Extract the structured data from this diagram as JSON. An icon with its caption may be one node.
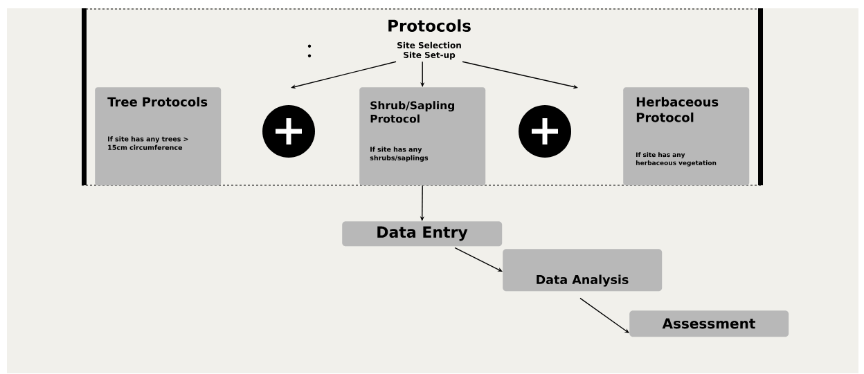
{
  "diagram": {
    "nodes": [
      {
        "text": [
          "Protocols"
        ]
      },
      {
        "text": [
          "Site Selection",
          "Site Set-up"
        ],
        "in": 0
      },
      {
        "text": [
          "Tree Protocols",
          "If site has any trees > 15cm circumference"
        ],
        "in": 0
      },
      {
        "text": [],
        "shape": "circle",
        "in": 0
      },
      {
        "text": [
          "Shrub/Sapling Protocol",
          "If site has any shrubs/saplings"
        ],
        "in": 0
      },
      {
        "text": [],
        "shape": "circle",
        "in": 0
      },
      {
        "text": [
          "Herbaceous Protocol",
          "If site has any herbaceous vegetation"
        ],
        "in": 0
      },
      {
        "text": [
          "Data Entry"
        ]
      },
      {
        "text": [
          "Data Analysis"
        ]
      },
      {
        "text": [
          "Assessment"
        ]
      }
    ],
    "edges": [
      {
        "from": 1,
        "to": null,
        "arrow": "to"
      },
      {
        "from": 1,
        "to": 4,
        "arrow": "to"
      },
      {
        "from": 1,
        "to": null,
        "arrow": "to"
      },
      {
        "from": 4,
        "to": 7,
        "arrow": "to"
      },
      {
        "from": 7,
        "to": 8,
        "arrow": "to"
      },
      {
        "from": 8,
        "to": 9,
        "arrow": "to"
      }
    ]
  }
}
